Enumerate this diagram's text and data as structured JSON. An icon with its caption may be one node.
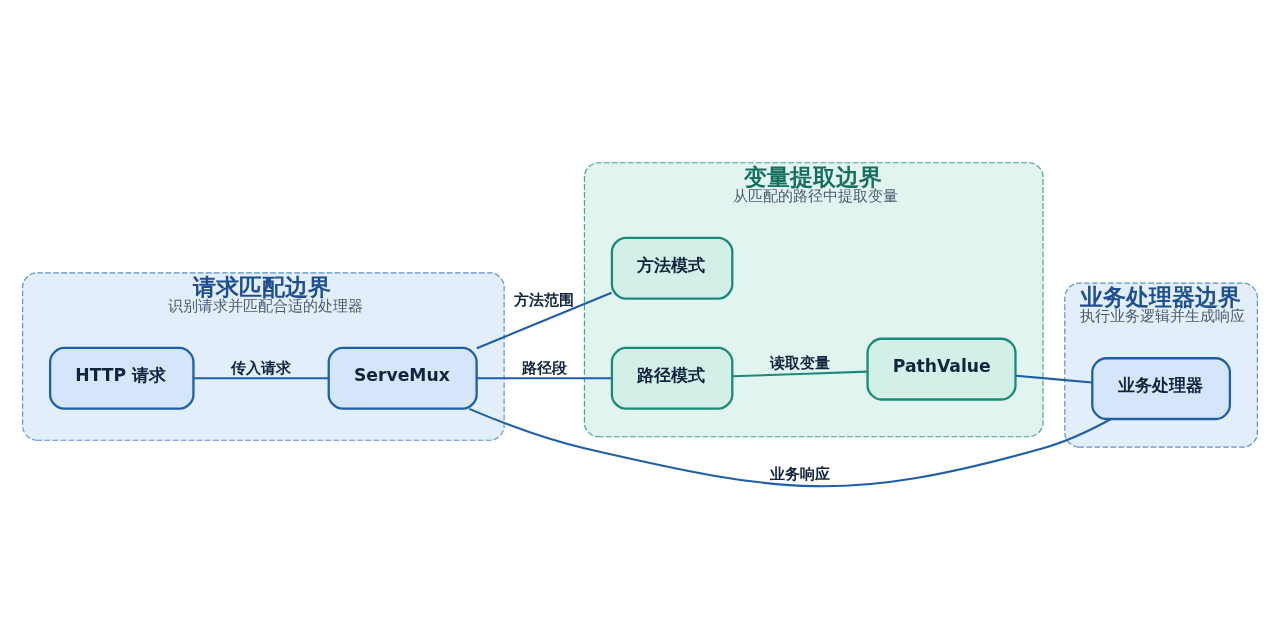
{
  "diagram": {
    "nodes": [
      {
        "text": [
          "请求匹配边界",
          "识别请求并匹配合适的处理器"
        ]
      },
      {
        "text": [
          "HTTP 请求"
        ],
        "in": 0
      },
      {
        "text": [
          "ServeMux"
        ],
        "in": 0
      },
      {
        "text": [
          "变量提取边界",
          "从匹配的路径中提取变量"
        ]
      },
      {
        "text": [
          "方法模式"
        ],
        "in": 3
      },
      {
        "text": [
          "路径模式"
        ],
        "in": 3
      },
      {
        "text": [
          "PathValue"
        ],
        "in": 3
      },
      {
        "text": [
          "业务处理器边界",
          "执行业务逻辑并生成响应"
        ]
      },
      {
        "text": [
          "业务处理器"
        ],
        "in": 7
      }
    ],
    "edges": [
      {
        "from": 1,
        "to": 2,
        "arrow": "none",
        "label": "传入请求"
      },
      {
        "from": 2,
        "to": 4,
        "arrow": "none",
        "label": "方法范围"
      },
      {
        "from": 2,
        "to": 8,
        "arrow": "none",
        "label": "业务响应"
      },
      {
        "from": 2,
        "to": 5,
        "arrow": "none",
        "label": "路径段"
      },
      {
        "from": 5,
        "to": 6,
        "arrow": "none",
        "label": "读取变量",
        "color": "#1a8a7a"
      },
      {
        "from": 6,
        "to": 8,
        "arrow": "none"
      }
    ]
  }
}
